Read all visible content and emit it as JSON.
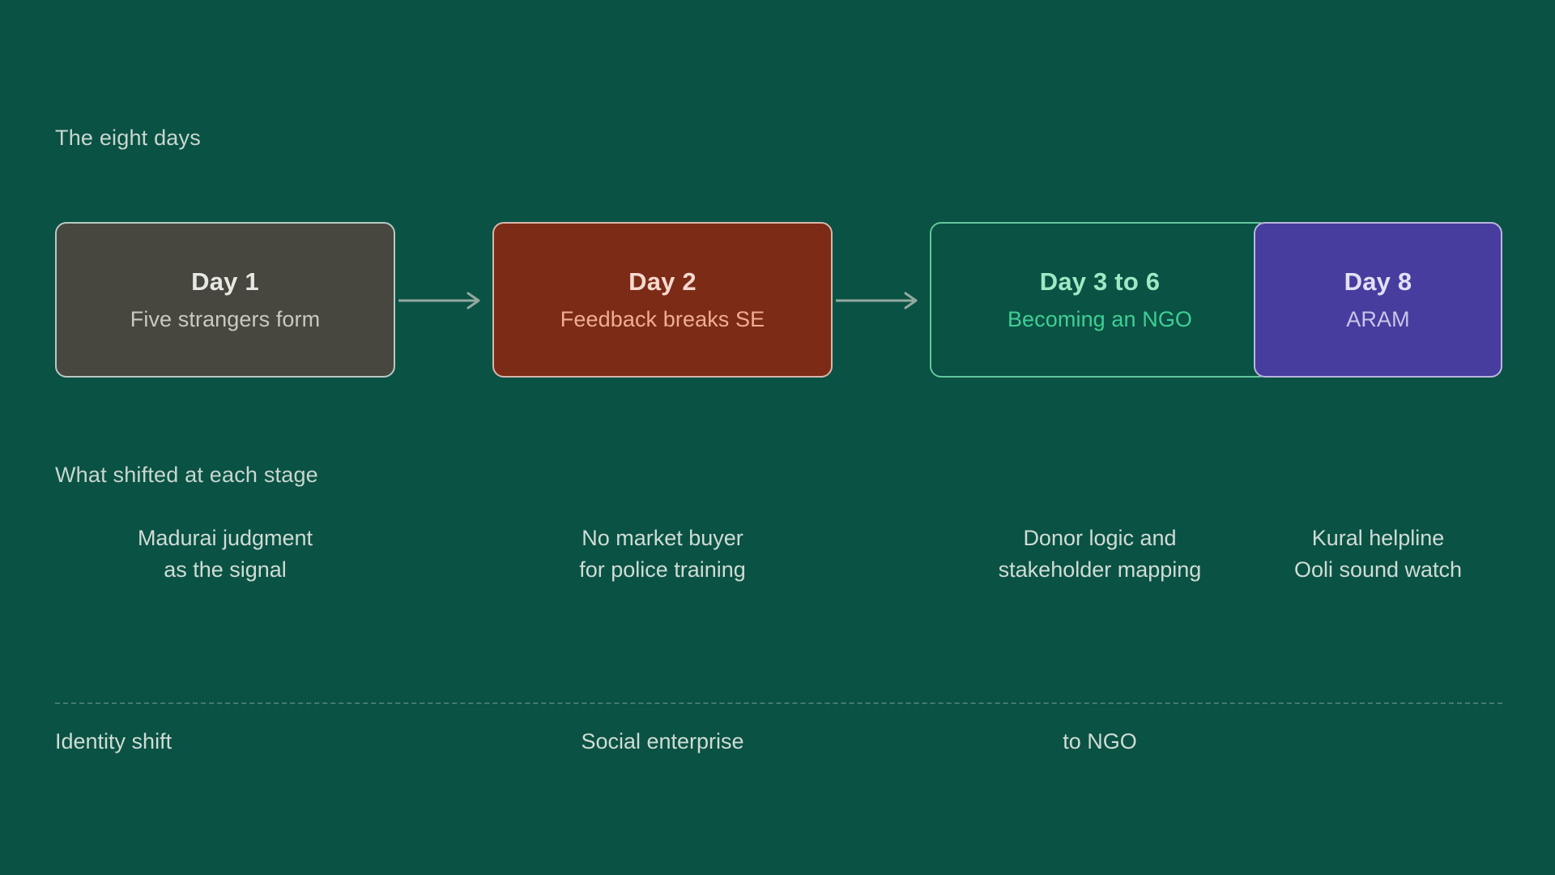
{
  "background_color": "#0a5244",
  "sections": {
    "timeline_label": "The eight days",
    "shifts_label": "What shifted at each stage"
  },
  "stages": [
    {
      "title": "Day 1",
      "subtitle": "Five strangers form",
      "fill_color": "#474740",
      "border_color": "#b9c8c1",
      "title_color": "#e8e8e2",
      "subtitle_color": "#c9c9c1",
      "note": "Madurai judgment\nas the signal",
      "note_line1": "Madurai judgment",
      "note_line2": "as the signal"
    },
    {
      "title": "Day 2",
      "subtitle": "Feedback breaks SE",
      "fill_color": "#7b2b16",
      "border_color": "#d7b6ab",
      "title_color": "#f6d9cf",
      "subtitle_color": "#f0ad94",
      "note": "No market buyer\nfor police training",
      "note_line1": "No market buyer",
      "note_line2": "for police training"
    },
    {
      "title": "Day 3 to 6",
      "subtitle": "Becoming an NGO",
      "fill_color": "#0a5244",
      "border_color": "#63c79c",
      "title_color": "#9fe8c4",
      "subtitle_color": "#3fcf95",
      "note": "Donor logic and\nstakeholder mapping",
      "note_line1": "Donor logic and",
      "note_line2": "stakeholder mapping"
    },
    {
      "title": "Day 8",
      "subtitle": "ARAM",
      "fill_color": "#473d9e",
      "border_color": "#b9b5de",
      "title_color": "#e2e0f5",
      "subtitle_color": "#c9c5e8",
      "note": "Kural helpline\nOoli sound watch",
      "note_line1": "Kural helpline",
      "note_line2": "Ooli sound watch"
    }
  ],
  "arrows": [
    {
      "name": "arrow-day1-to-day2",
      "color": "#93a9a0"
    },
    {
      "name": "arrow-day2-to-day3",
      "color": "#93a9a0"
    }
  ],
  "footer": {
    "identity_shift_label": "Identity shift",
    "from_label": "Social enterprise",
    "to_label": "to NGO"
  }
}
